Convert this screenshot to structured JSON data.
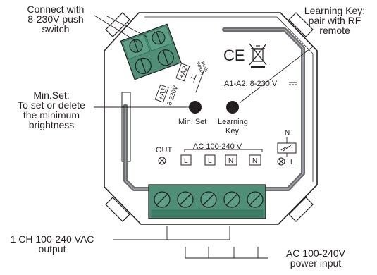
{
  "callouts": {
    "connect_push": [
      "Connect with",
      "8-230V push",
      "switch"
    ],
    "learning_key": [
      "Learning Key:",
      "pair with RF",
      "remote"
    ],
    "min_set": [
      "Min.Set:",
      "To set or delete",
      "the minimum",
      "brightness"
    ],
    "output": [
      "1 CH 100-240 VAC",
      "output"
    ],
    "power_input": [
      "AC 100-240V",
      "power input"
    ]
  },
  "device": {
    "ce_mark": "CE",
    "weee_icon": "crossed-out-bin-icon",
    "a1_label": "+A1",
    "a2_label": "+A2",
    "push_switch_label": [
      "push",
      "switch"
    ],
    "terminal_voltage": "8-230V",
    "a1a2_rating": "A1-A2:  8-230 V",
    "min_set_button": "Min. Set",
    "learning_key_button": [
      "Learning",
      "Key"
    ],
    "out_label": "OUT",
    "ac_label": "AC 100-240  V",
    "n_label": "N",
    "l_label": "L",
    "terminal_labels": [
      "L",
      "L",
      "N",
      "N"
    ]
  },
  "colors": {
    "terminal_green": "#4f8f78",
    "terminal_green_dark": "#2f6a55",
    "antenna": "#6d6e71",
    "outline": "#231f20"
  }
}
